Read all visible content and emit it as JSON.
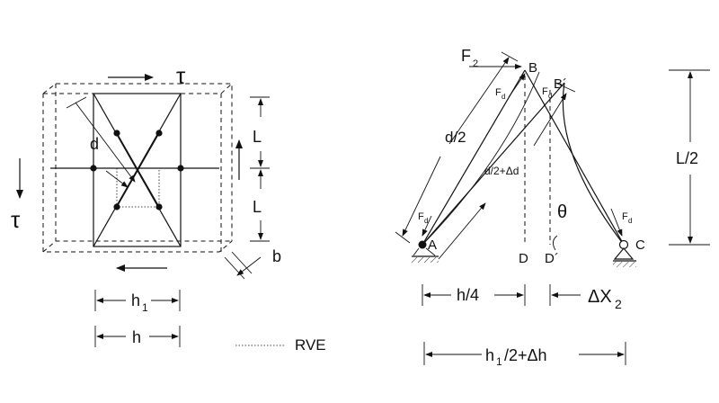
{
  "left_panel": {
    "tau_top": "τ",
    "tau_left": "τ",
    "label_d": "d",
    "label_L_upper": "L",
    "label_L_lower": "L",
    "label_b": "b",
    "label_h1": "h",
    "label_h1_sub": "1",
    "label_h": "h"
  },
  "legend": {
    "rve_label": "RVE"
  },
  "right_panel": {
    "label_F2": "F",
    "label_F2_sub": "2",
    "label_B": "B",
    "label_Bprime": "B´",
    "label_Fd_left_top": "F",
    "label_Fd_left_top_sub": "d",
    "label_Fd_mid": "F",
    "label_Fd_mid_sub": "d",
    "label_Fd_left_bottom": "F",
    "label_Fd_left_bottom_sub": "d",
    "label_Fd_right": "F",
    "label_Fd_right_sub": "d",
    "label_d2": "d/2",
    "label_d2_delta": "d/2+Δd",
    "label_theta": "θ",
    "label_A": "A",
    "label_C": "C",
    "label_D": "D",
    "label_Dprime": "D´",
    "label_L2": "L/2",
    "label_h4": "h/4",
    "label_dX2": "ΔX",
    "label_dX2_sub": "2",
    "label_h1_2": "h",
    "label_h1_2_sub": "1",
    "label_h1_2_rest": "/2+Δh"
  }
}
